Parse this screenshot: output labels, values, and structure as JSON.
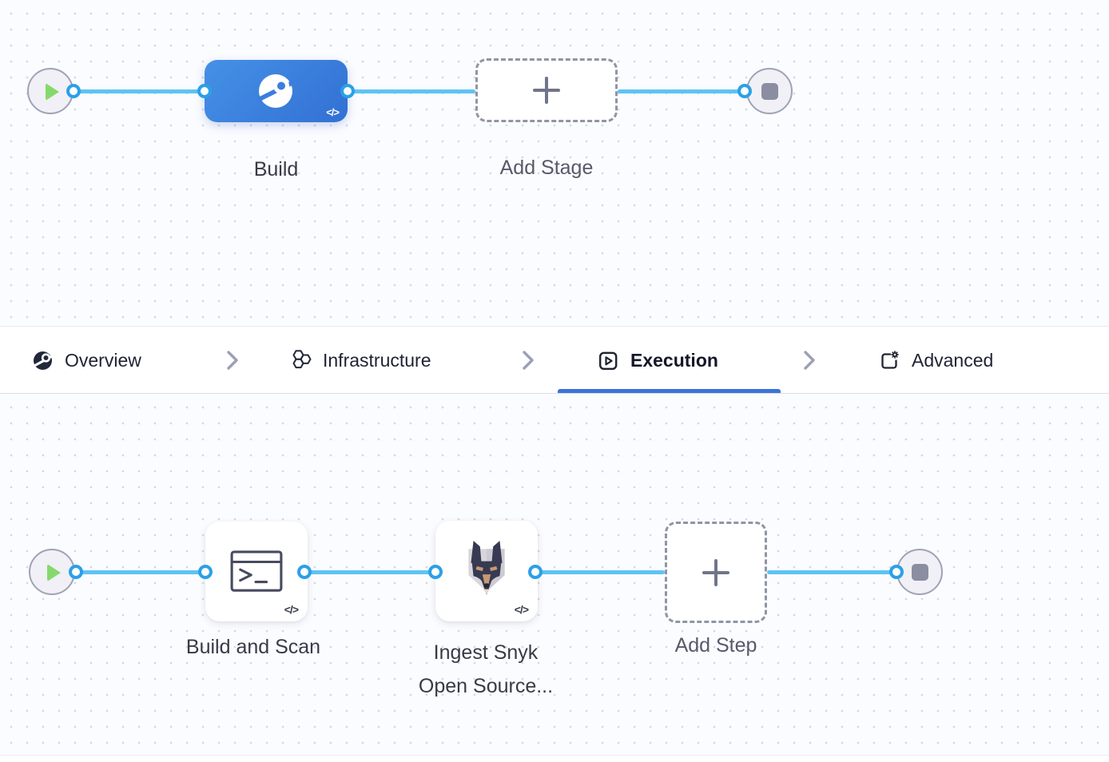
{
  "pipeline": {
    "stages_canvas": {
      "nodes": [
        {
          "label": "Build",
          "icon": "ci-build-stage-icon",
          "code_badge": "</>"
        },
        {
          "label": "Add Stage",
          "icon": "plus-icon"
        }
      ]
    },
    "tab_bar": {
      "tabs": [
        {
          "label": "Overview",
          "icon": "pipeline-overview-icon",
          "active": false
        },
        {
          "label": "Infrastructure",
          "icon": "infrastructure-hexagons-icon",
          "active": false
        },
        {
          "label": "Execution",
          "icon": "execution-play-icon",
          "active": true
        },
        {
          "label": "Advanced",
          "icon": "advanced-gear-icon",
          "active": false
        }
      ],
      "separator_icon": "chevron-right-icon"
    },
    "execution_canvas": {
      "steps": [
        {
          "label": "Build and Scan",
          "icon": "run-terminal-icon",
          "code_badge": "</>"
        },
        {
          "label_lines": [
            "Ingest Snyk",
            "Open Source..."
          ],
          "icon": "snyk-doberman-icon",
          "code_badge": "</>"
        },
        {
          "label": "Add Step",
          "icon": "plus-icon"
        }
      ]
    }
  },
  "colors": {
    "stage_blue": "#3b7de0",
    "active_tab_underline": "#3b73d9",
    "connector_line": "#5ec3f2",
    "connector_ring": "#2ba0e7",
    "play_green": "#85d96c",
    "end_square_gray": "#8b8da1"
  }
}
